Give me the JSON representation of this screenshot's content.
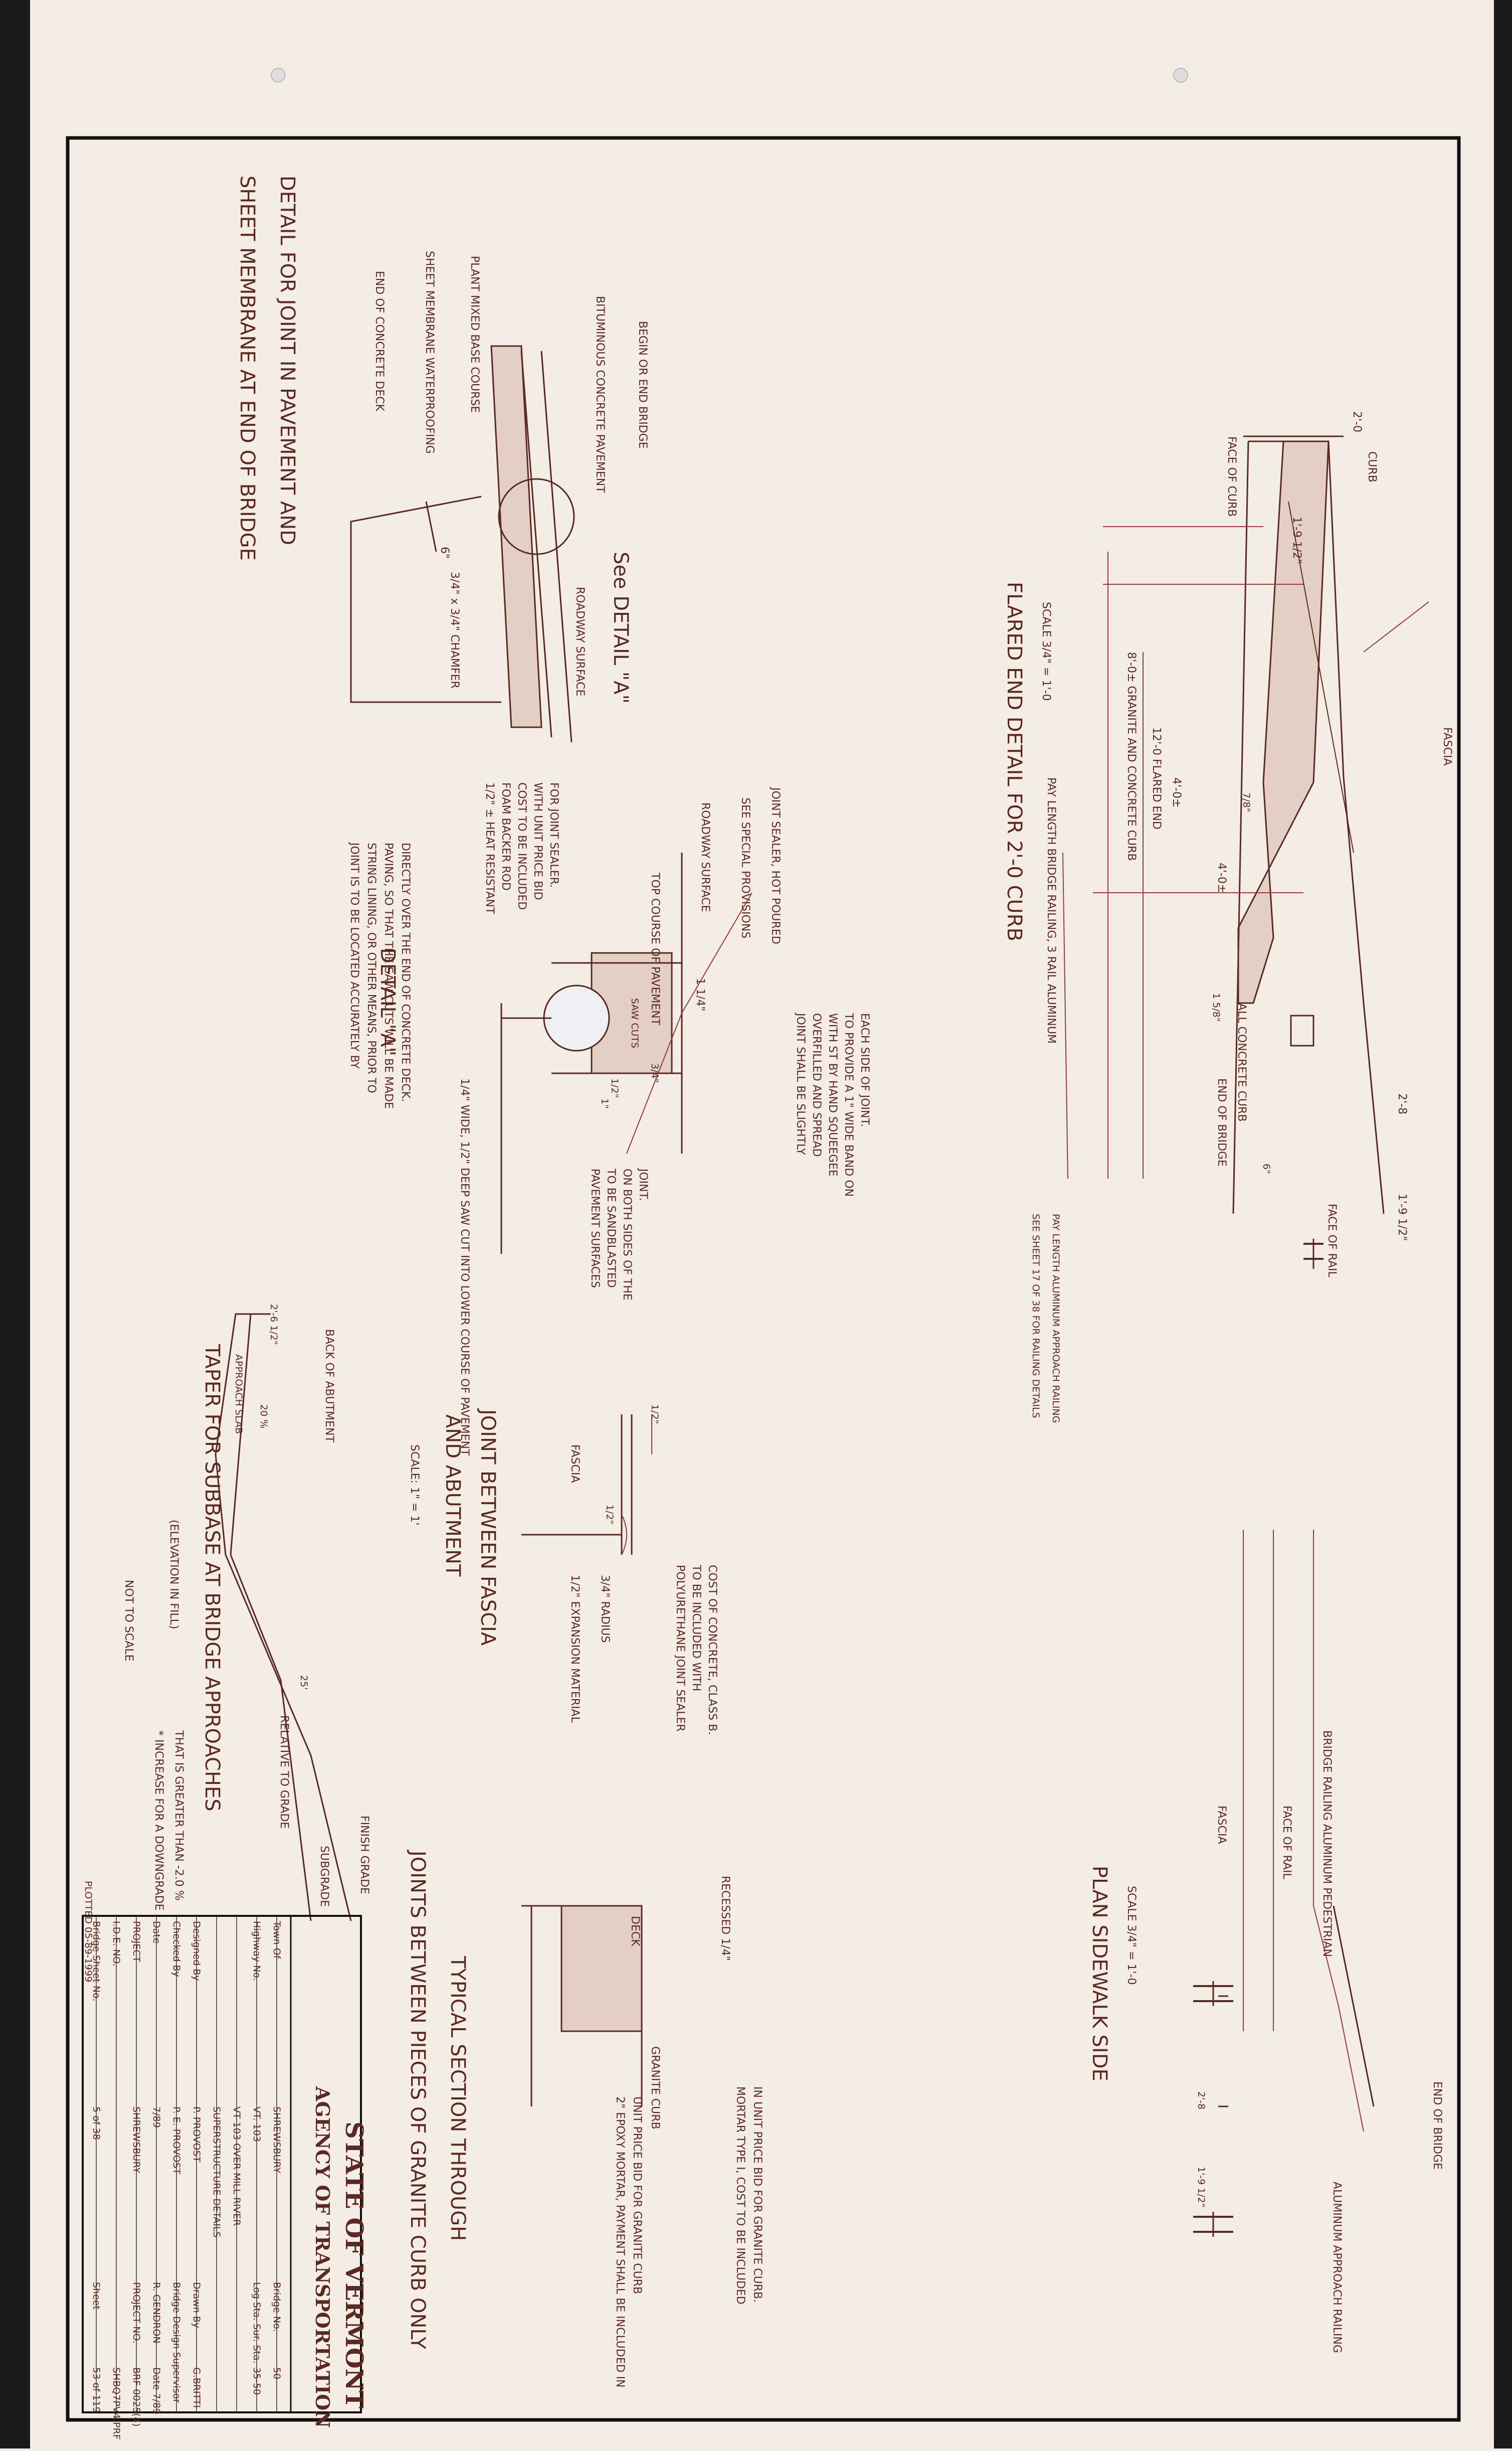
{
  "flared": {
    "title": "FLARED END DETAIL FOR 2'-0 CURB",
    "scale": "SCALE 3/4\" = 1'-0",
    "labels": [
      "FASCIA",
      "FACE OF CURB",
      "CURB",
      "2'-0",
      "1'-9 1/2\"",
      "4'-0±",
      "8'-0± GRANITE AND CONCRETE CURB",
      "12'-0 FLARED END",
      "PAY LENGTH BRIDGE RAILING, 3 RAIL ALUMINUM",
      "4'-0±",
      "ALL CONCRETE CURB",
      "1 5/8\"",
      "7/8\"",
      "FACE OF RAIL",
      "END OF BRIDGE",
      "2'-8",
      "1'-9 1/2\"",
      "6\"",
      "PAY LENGTH ALUMINUM APPROACH RAILING",
      "SEE SHEET 17 OF 38 FOR RAILING DETAILS"
    ]
  },
  "plan": {
    "title": "PLAN SIDEWALK SIDE",
    "scale": "SCALE 3/4\" = 1'-0",
    "labels": [
      "BRIDGE RAILING ALUMINUM PEDESTRIAN",
      "FACE OF RAIL",
      "FASCIA",
      "END OF BRIDGE",
      "ALUMINUM APPROACH RAILING",
      "2'-8",
      "1'-9 1/2\""
    ]
  },
  "joint_pavement": {
    "title1": "DETAIL FOR JOINT IN PAVEMENT AND",
    "title2": "SHEET MEMBRANE AT END OF BRIDGE",
    "labels": [
      "BEGIN OR END BRIDGE",
      "BITUMINOUS CONCRETE PAVEMENT",
      "PLANT MIXED BASE COURSE",
      "SHEET MEMBRANE WATERPROOFING",
      "END OF CONCRETE DECK",
      "See DETAIL \"A\"",
      "ROADWAY SURFACE",
      "6\"",
      "3/4\" x 3/4\" CHAMFER"
    ],
    "note": [
      "JOINT IS TO BE LOCATED ACCURATELY BY",
      "STRING LINING, OR OTHER MEANS, PRIOR TO",
      "PAVING, SO THAT THE SAW CUTS WILL BE MADE",
      "DIRECTLY OVER THE END OF CONCRETE DECK."
    ]
  },
  "detail_a": {
    "title": "DETAIL \"A\"",
    "labels": [
      "JOINT SEALER, HOT POURED",
      "SEE SPECIAL PROVISIONS",
      "ROADWAY SURFACE",
      "1 1/4\"",
      "TOP COURSE OF PAVEMENT",
      "SAW CUTS",
      "3/4\"",
      "1\"",
      "1/4\" WIDE, 1/2\" DEEP SAW CUT INTO LOWER COURSE OF PAVEMENT",
      "1/2\""
    ],
    "note1": [
      "1/2\" ± HEAT RESISTANT",
      "FOAM BACKER ROD",
      "COST TO BE INCLUDED",
      "WITH UNIT PRICE BID",
      "FOR JOINT SEALER."
    ],
    "note2": [
      "JOINT SHALL BE SLIGHTLY",
      "OVERFILLED AND SPREAD",
      "WITH ST BY HAND SQUEEGEE",
      "TO PROVIDE A 1\" WIDE BAND ON",
      "EACH SIDE OF JOINT."
    ],
    "note3": [
      "PAVEMENT SURFACES",
      "TO BE SANDBLASTED",
      "ON BOTH SIDES OF THE",
      "JOINT."
    ]
  },
  "fascia_joint": {
    "title1": "JOINT BETWEEN FASCIA",
    "title2": "AND ABUTMENT",
    "scale": "SCALE: 1\" = 1'",
    "labels": [
      "FASCIA",
      "1/2\"",
      "1/2\"",
      "3/4\" RADIUS",
      "1/2\" EXPANSION MATERIAL"
    ],
    "note": [
      "POLYURETHANE JOINT SEALER",
      "TO BE INCLUDED WITH",
      "COST OF CONCRETE, CLASS B."
    ]
  },
  "taper": {
    "title": "TAPER FOR SUBBASE AT BRIDGE APPROACHES",
    "sub": "(ELEVATION IN FILL)",
    "nts": "NOT TO SCALE",
    "labels": [
      "BACK OF ABUTMENT",
      "2'-6 1/2\"",
      "APPROACH SLAB",
      "20 %",
      "FINISH GRADE",
      "SUBGRADE",
      "25'",
      "RELATIVE TO GRADE"
    ],
    "note": [
      "* INCREASE FOR A DOWNGRADE",
      "THAT IS GREATER THAN -2.0 %"
    ]
  },
  "granite": {
    "title1": "TYPICAL SECTION THROUGH",
    "title2": "JOINTS BETWEEN PIECES OF GRANITE CURB ONLY",
    "labels": [
      "RECESSED 1/4\"",
      "DECK",
      "GRANITE CURB"
    ],
    "note1": [
      "MORTAR TYPE I, COST TO BE INCLUDED",
      "IN UNIT PRICE BID FOR GRANITE CURB."
    ],
    "note2": [
      "2\" EPOXY MORTAR, PAYMENT SHALL BE INCLUDED IN",
      "UNIT PRICE BID FOR GRANITE CURB"
    ]
  },
  "plotted": "PLOTTED 05-89-1999",
  "title_block": {
    "state": "STATE OF VERMONT",
    "agency": "AGENCY OF TRANSPORTATION",
    "rows": [
      [
        "Town Of",
        "SHREWSBURY",
        "Bridge No.",
        "50"
      ],
      [
        "Highway No.",
        "VT. 103",
        "Log Sta. Sur. Sta.",
        "35-50"
      ],
      [
        "",
        "VT 103 OVER MILL RIVER",
        "",
        ""
      ],
      [
        "",
        "SUPERSTRUCTURE DETAILS",
        "",
        ""
      ],
      [
        "Designed By",
        "P. PROVOST",
        "Drawn By",
        "G.BRITTI"
      ],
      [
        "Checked By",
        "P. E. PROVOST",
        "Bridge Design Supervisor",
        ""
      ],
      [
        "Date",
        "7/89",
        "R. GENDRON",
        "Date 7/89"
      ],
      [
        "PROJECT",
        "SHREWSBURY",
        "PROJECT NO.",
        "BRF 0025(4)"
      ],
      [
        "I.D.E. NO.",
        "",
        "",
        "SHBQ7PV4.PRF"
      ],
      [
        "Bridge Sheet No.",
        "5 of 38",
        "Sheet",
        "53 of 119"
      ]
    ]
  }
}
